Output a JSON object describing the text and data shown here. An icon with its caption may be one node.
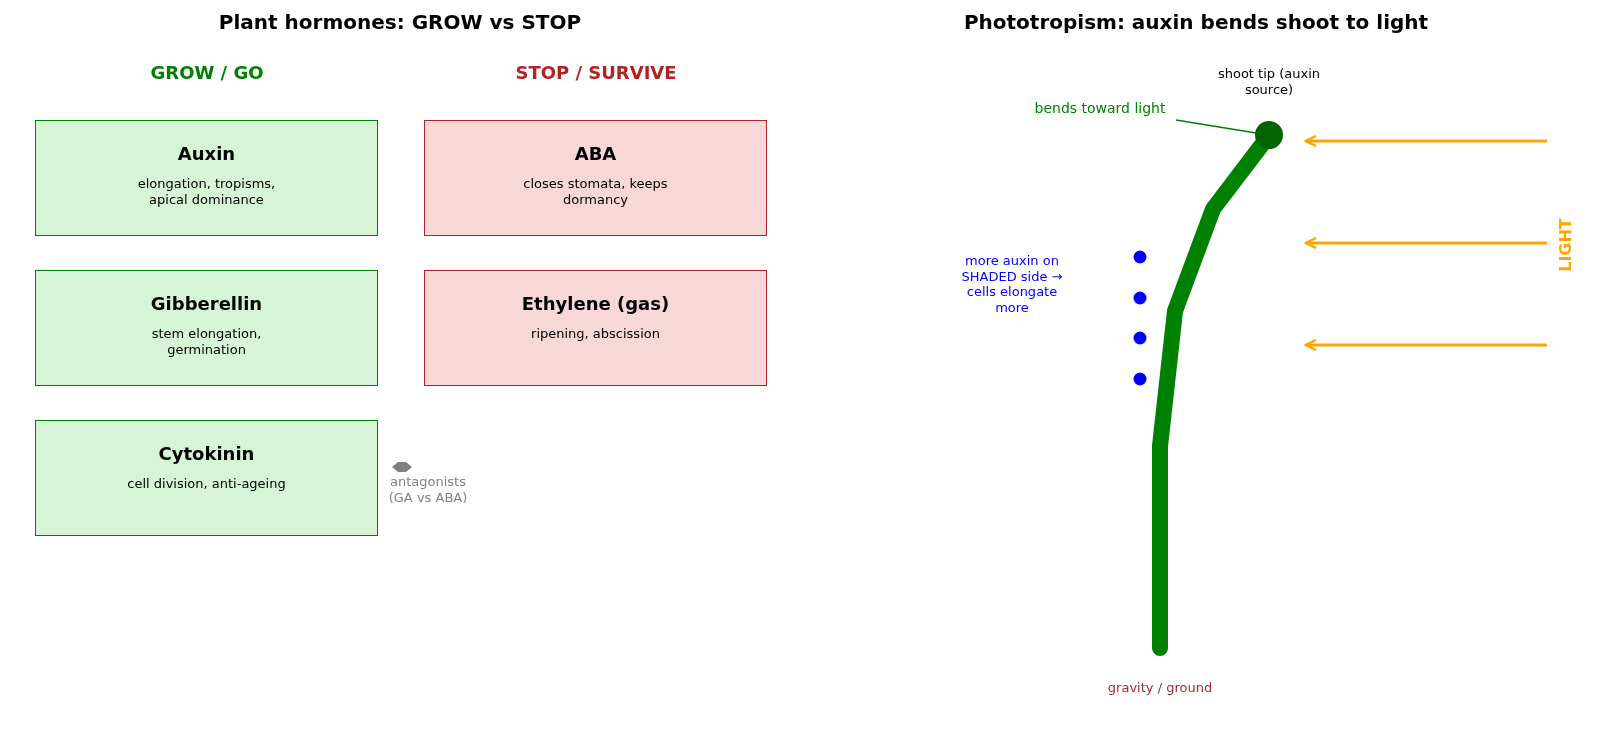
{
  "diagram": {
    "title": "Plant hormones: GROW vs STOP",
    "nodes": [
      {
        "text": [
          "Auxin",
          "elongation, tropisms, apical dominance"
        ]
      },
      {
        "text": [
          "ABA",
          "closes stomata, keeps dormancy"
        ]
      },
      {
        "text": [
          "Gibberellin",
          "stem elongation, germination"
        ]
      },
      {
        "text": [
          "Ethylene (gas)",
          "ripening, abscission"
        ]
      },
      {
        "text": [
          "Cytokinin",
          "cell division, anti-ageing"
        ]
      },
      {
        "text": [
          "bends toward light"
        ]
      },
      {
        "text": [],
        "shape": "circle",
        "beside": [
          "shoot tip (auxin source)"
        ]
      }
    ],
    "edges": [
      {
        "from": 5,
        "to": 6,
        "arrow": "none"
      }
    ],
    "labels": [
      "Phototropism: auxin bends shoot to light",
      "GROW / GO",
      "STOP / SURVIVE",
      "antagonists (GA vs ABA)",
      "more auxin on SHADED side → cells elongate more",
      "LIGHT",
      "gravity / ground"
    ]
  }
}
